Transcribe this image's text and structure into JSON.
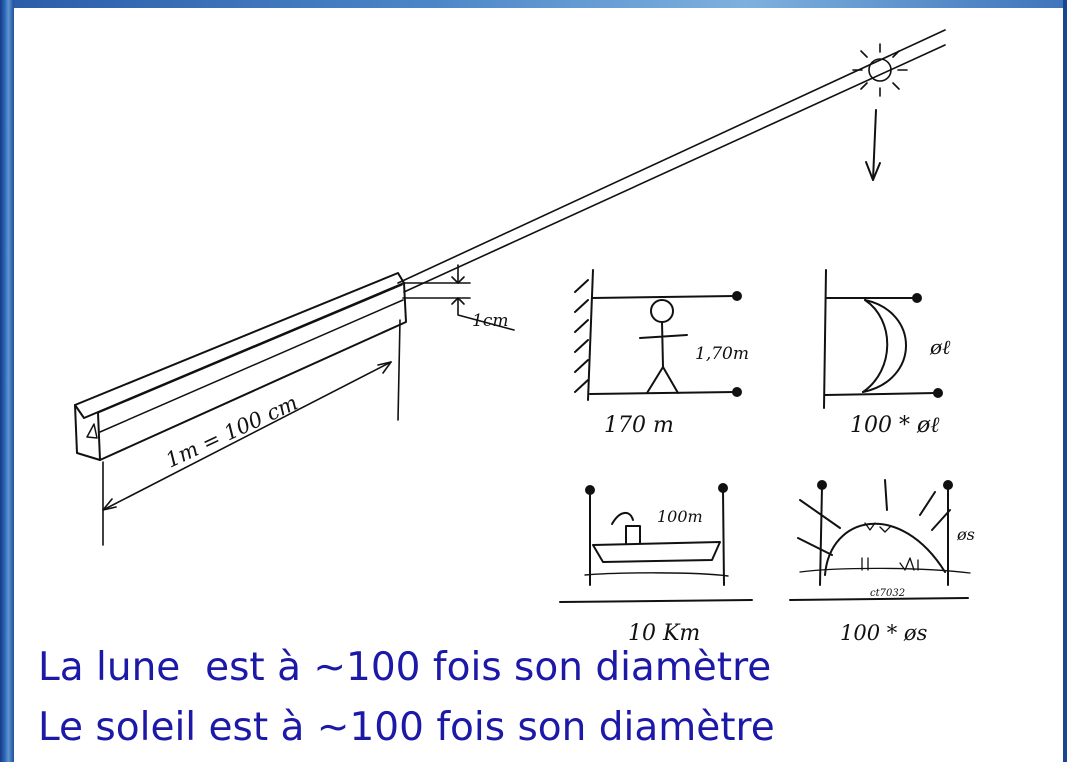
{
  "sketch": {
    "ruler_label": "1m = 100 cm",
    "gap_label": "1cm",
    "person_height_label": "1,70m",
    "person_distance_label": "170 m",
    "moon_diameter_label": "øℓ",
    "moon_distance_label": "100 * øℓ",
    "boat_label": "100m",
    "boat_distance_label": "10 Km",
    "sun_diameter_label": "øs",
    "sun_distance_label": "100 * øs",
    "sun_signature": "ct7032"
  },
  "captions": {
    "line1": "La lune  est à ~100 fois son diamètre",
    "line2": "Le soleil est à ~100 fois son diamètre"
  }
}
